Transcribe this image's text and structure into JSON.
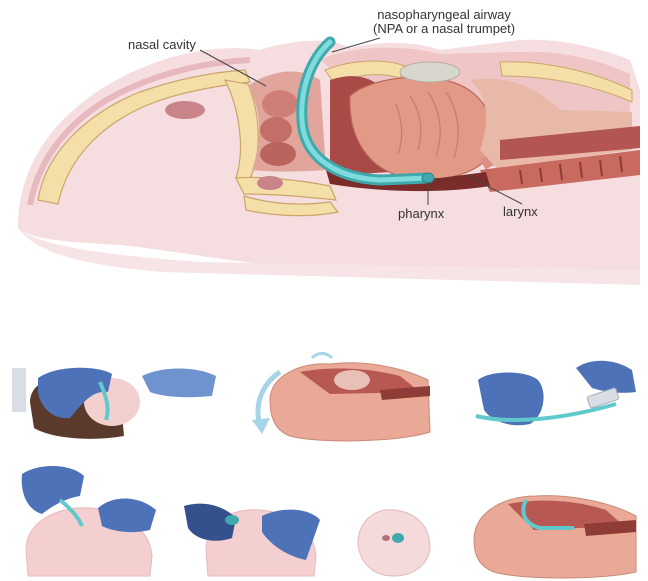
{
  "labels": {
    "npa_line1": "nasopharyngeal airway",
    "npa_line2": "(NPA or a nasal trumpet)",
    "nasal_cavity": "nasal cavity",
    "pharynx": "pharynx",
    "larynx": "larynx"
  },
  "colors": {
    "skin": "#f3d7d9",
    "skin_dark": "#e8b9bd",
    "bone": "#f4dfa8",
    "tissue": "#d98f82",
    "muscle": "#b65a52",
    "airway_tube": "#5fc9cc",
    "glove": "#4d72b8"
  },
  "panels": [
    {
      "id": "step-1",
      "icon": "gloved-hands-measuring-icon"
    },
    {
      "id": "step-2",
      "icon": "head-tilt-cross-section-icon"
    },
    {
      "id": "step-3",
      "icon": "lubricating-airway-icon"
    },
    {
      "id": "step-4",
      "icon": "insert-airway-nostril-icon"
    },
    {
      "id": "step-5",
      "icon": "advance-airway-icon"
    },
    {
      "id": "step-6",
      "icon": "airway-in-place-face-icon"
    },
    {
      "id": "step-7",
      "icon": "airway-in-place-cross-section-icon"
    }
  ]
}
